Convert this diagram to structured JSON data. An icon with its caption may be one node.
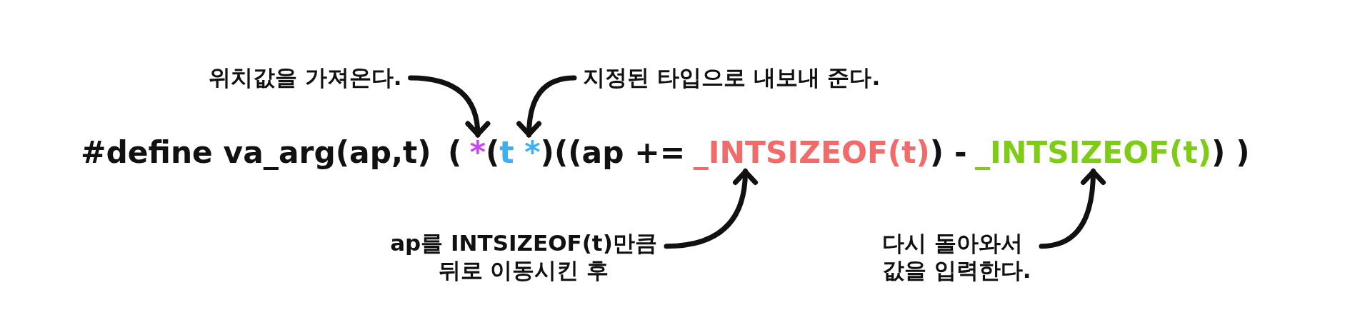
{
  "diagram": {
    "nodes": [
      {
        "text": [
          "위치값을 가져온다."
        ]
      },
      {
        "text": [
          "지정된 타입으로 내보내 준다."
        ]
      },
      {
        "text": [
          "*"
        ]
      },
      {
        "text": [
          "t *"
        ]
      },
      {
        "text": [
          "_INTSIZEOF(t)"
        ]
      },
      {
        "text": [
          "_INTSIZEOF(t)"
        ]
      },
      {
        "text": [
          "ap를 INTSIZEOF(t)만큼 뒤로 이동시킨 후"
        ]
      },
      {
        "text": [
          "다시 돌아와서 값을 입력한다."
        ]
      }
    ],
    "edges": [
      {
        "from": 0,
        "to": 2,
        "arrow": "to"
      },
      {
        "from": 1,
        "to": 3,
        "arrow": "to"
      },
      {
        "from": 6,
        "to": 4,
        "arrow": "to"
      },
      {
        "from": 7,
        "to": 5,
        "arrow": "to"
      }
    ],
    "labels": [
      "#define va_arg(ap,t)",
      "(",
      "(",
      ")((ap +=",
      ") -",
      ") )"
    ]
  }
}
